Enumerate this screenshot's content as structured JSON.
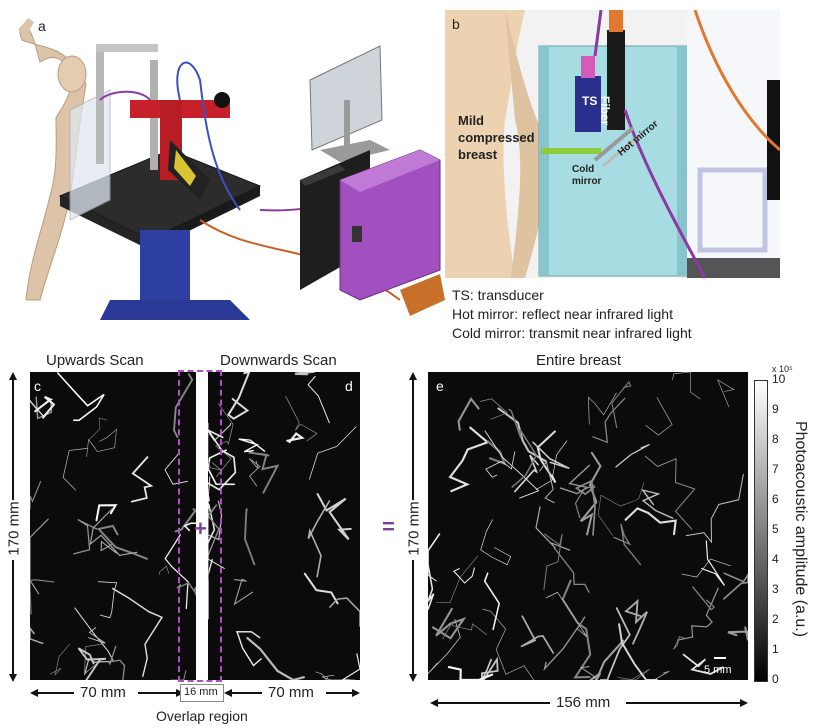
{
  "panels": {
    "a": "a",
    "b": "b",
    "c": "c",
    "d": "d",
    "e": "e"
  },
  "panel_b": {
    "breast_label_1": "Mild",
    "breast_label_2": "compressed",
    "breast_label_3": "breast",
    "ts": "TS",
    "fiber": "Fiber",
    "cold_mirror_1": "Cold",
    "cold_mirror_2": "mirror",
    "hot_mirror": "Hot mirror"
  },
  "legend": {
    "line1": "TS: transducer",
    "line2": "Hot mirror: reflect near infrared light",
    "line3": "Cold mirror: transmit near infrared light"
  },
  "scans": {
    "upwards": "Upwards Scan",
    "downwards": "Downwards Scan",
    "entire": "Entire breast",
    "plus": "+",
    "equals": "=",
    "height_left": "170 mm",
    "height_right": "170 mm",
    "width_c": "70 mm",
    "width_d": "70 mm",
    "overlap_width": "16 mm",
    "overlap_label": "Overlap region",
    "width_e": "156 mm",
    "scale_bar": "5 mm"
  },
  "colorbar": {
    "label": "Photoacoustic amplitude (a.u.)",
    "multiplier": "x 10⁵",
    "ticks": [
      "0",
      "1",
      "2",
      "3",
      "4",
      "5",
      "6",
      "7",
      "8",
      "9",
      "10"
    ]
  },
  "colors": {
    "accent_purple": "#7b3f98",
    "water_tank": "#a7dce2",
    "skin": "#e8cfae"
  }
}
